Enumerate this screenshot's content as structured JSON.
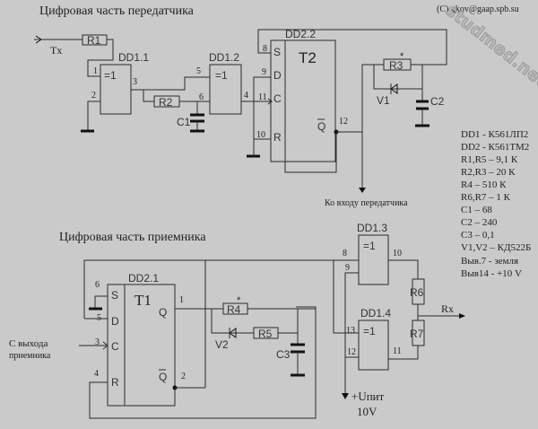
{
  "titles": {
    "transmitter": "Цифровая часть передатчика",
    "receiver": "Цифровая часть приемника"
  },
  "copyright": "(C) gkov@gaap.spb.su",
  "watermark": "studmed.net",
  "transmitter": {
    "input_label": "Tx",
    "output_label": "Ко входу передатчика",
    "dd1_1": {
      "name": "DD1.1",
      "func": "=1",
      "pins": [
        "1",
        "2",
        "3"
      ]
    },
    "dd1_2": {
      "name": "DD1.2",
      "func": "=1",
      "pins": [
        "5",
        "6",
        "4"
      ]
    },
    "dd2_2": {
      "name": "DD2.2",
      "func": "T2",
      "inputs": [
        "S",
        "D",
        "C",
        "R"
      ],
      "pins": [
        "8",
        "9",
        "11",
        "10",
        "12"
      ],
      "out": "Q"
    },
    "r1": "R1",
    "r2": "R2",
    "r3": "R3",
    "c1": "C1",
    "c2": "C2",
    "v1": "V1",
    "star": "*"
  },
  "receiver": {
    "input_label_1": "С выхода",
    "input_label_2": "приемника",
    "output_label": "Rx",
    "power_label": "+Uпит",
    "power_value": "10V",
    "dd2_1": {
      "name": "DD2.1",
      "func": "T1",
      "inputs": [
        "S",
        "D",
        "C",
        "R"
      ],
      "pins": [
        "6",
        "5",
        "3",
        "4",
        "1",
        "2"
      ],
      "out_q": "Q",
      "out_nq": "Q"
    },
    "dd1_3": {
      "name": "DD1.3",
      "func": "=1",
      "pins": [
        "8",
        "9",
        "10"
      ]
    },
    "dd1_4": {
      "name": "DD1.4",
      "func": "=1",
      "pins": [
        "13",
        "12",
        "11"
      ]
    },
    "r4": "R4",
    "r5": "R5",
    "r6": "R6",
    "r7": "R7",
    "c3": "C3",
    "v2": "V2",
    "star": "*"
  },
  "specs": [
    "DD1 - К561ЛП2",
    "DD2 - К561ТМ2",
    "R1,R5 – 9,1 К",
    "R2,R3  – 20 К",
    "R4 – 510 К",
    "R6,R7 – 1 К",
    "С1 – 68",
    "С2 – 240",
    "С3 – 0,1",
    "V1,V2 – КД522Б",
    "Выв.7 -  земля",
    "Выв14 -  +10 V"
  ]
}
